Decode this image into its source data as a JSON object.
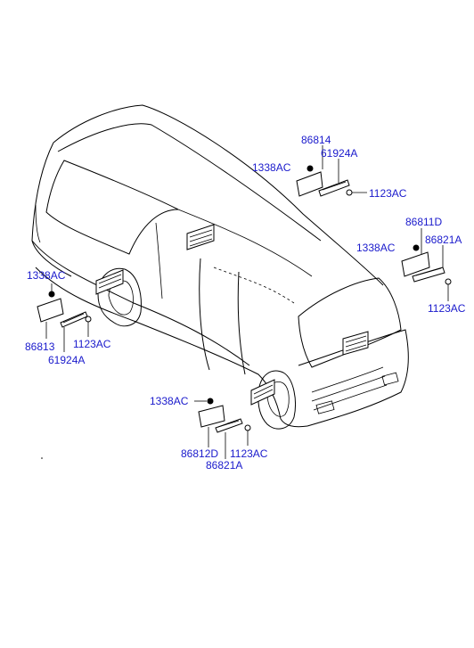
{
  "labels": {
    "rear_top_part": "86814",
    "rear_top_bolt": "1338AC",
    "rear_top_clip": "61924A",
    "rear_top_screw": "1123AC",
    "front_right_part": "86811D",
    "front_right_bolt": "1338AC",
    "front_right_clip": "86821A",
    "front_right_screw": "1123AC",
    "rear_left_bolt": "1338AC",
    "rear_left_part": "86813",
    "rear_left_screw": "1123AC",
    "rear_left_clip": "61924A",
    "front_left_bolt": "1338AC",
    "front_left_part": "86812D",
    "front_left_screw": "1123AC",
    "front_left_clip": "86821A"
  }
}
